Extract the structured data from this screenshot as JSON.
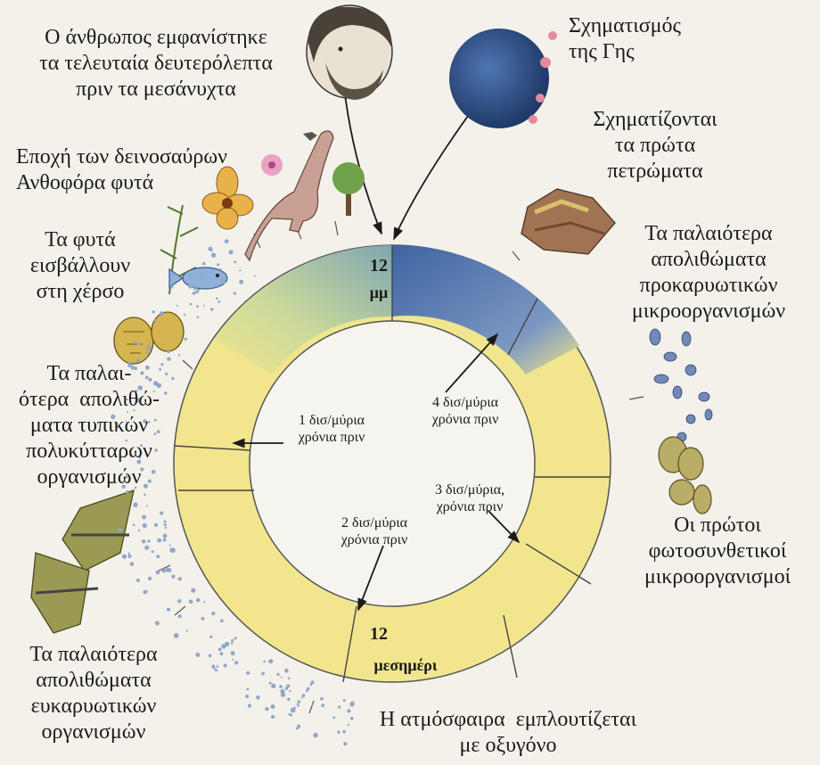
{
  "colors": {
    "background": "#f3f1ea",
    "ring_yellow": "#f1e68d",
    "ring_blue": "#4a6fa8",
    "ring_green": "#a9c892",
    "earth": "#2b4f87",
    "rock": "#8a5a3c"
  },
  "clock": {
    "top_label_number": "12",
    "top_label_text": "μμ",
    "bottom_label_number": "12",
    "bottom_label_text": "μεσημέρι"
  },
  "labels": {
    "human": "Ο άνθρωπος εμφανίστηκε\nτα τελευταία δευτερόλεπτα\nπριν τα μεσάνυχτα",
    "earth_formation": "Σχηματισμός\nτης Γης",
    "first_rocks": "Σχηματίζονται\nτα πρώτα\nπετρώματα",
    "prokaryote_fossils": "Τα παλαιότερα\nαπολιθώματα\nπροκαρυωτικών\nμικροοργανισμών",
    "photosynthetic": "Οι πρώτοι\nφωτοσυνθετικοί\nμικροοργανισμοί",
    "oxygen": "Η ατμόσφαιρα  εμπλουτίζεται\nμε οξυγόνο",
    "eukaryote_fossils": "Τα παλαιότερα\nαπολιθώματα\nευκαρυωτικών\nοργανισμών",
    "multicellular_fossils": "Τα παλαι-\nότερα  απολιθώ-\nματα τυπικών\nπολυκύτταρων\nοργανισμών",
    "plants_land": "Τα φυτά\nεισβάλλουν\nστη χέρσο",
    "dinosaurs": "Εποχή των δεινοσαύρων\nΑνθοφόρα φυτά"
  },
  "inner_labels": {
    "one_billion": "1 δισ/μύρια\nχρόνια πριν",
    "two_billion": "2 δισ/μύρια\nχρόνια πριν",
    "three_billion": "3 δισ/μύρια,\nχρόνια πριν",
    "four_billion": "4 δισ/μύρια\nχρόνια πριν"
  },
  "icons": [
    "human-head-icon",
    "earth-icon",
    "rock-icon",
    "bacteria-icon",
    "dinosaur-icon",
    "flower-icon",
    "tree-icon",
    "fish-icon",
    "plant-icon",
    "fossil-icon",
    "eukaryote-icon"
  ]
}
